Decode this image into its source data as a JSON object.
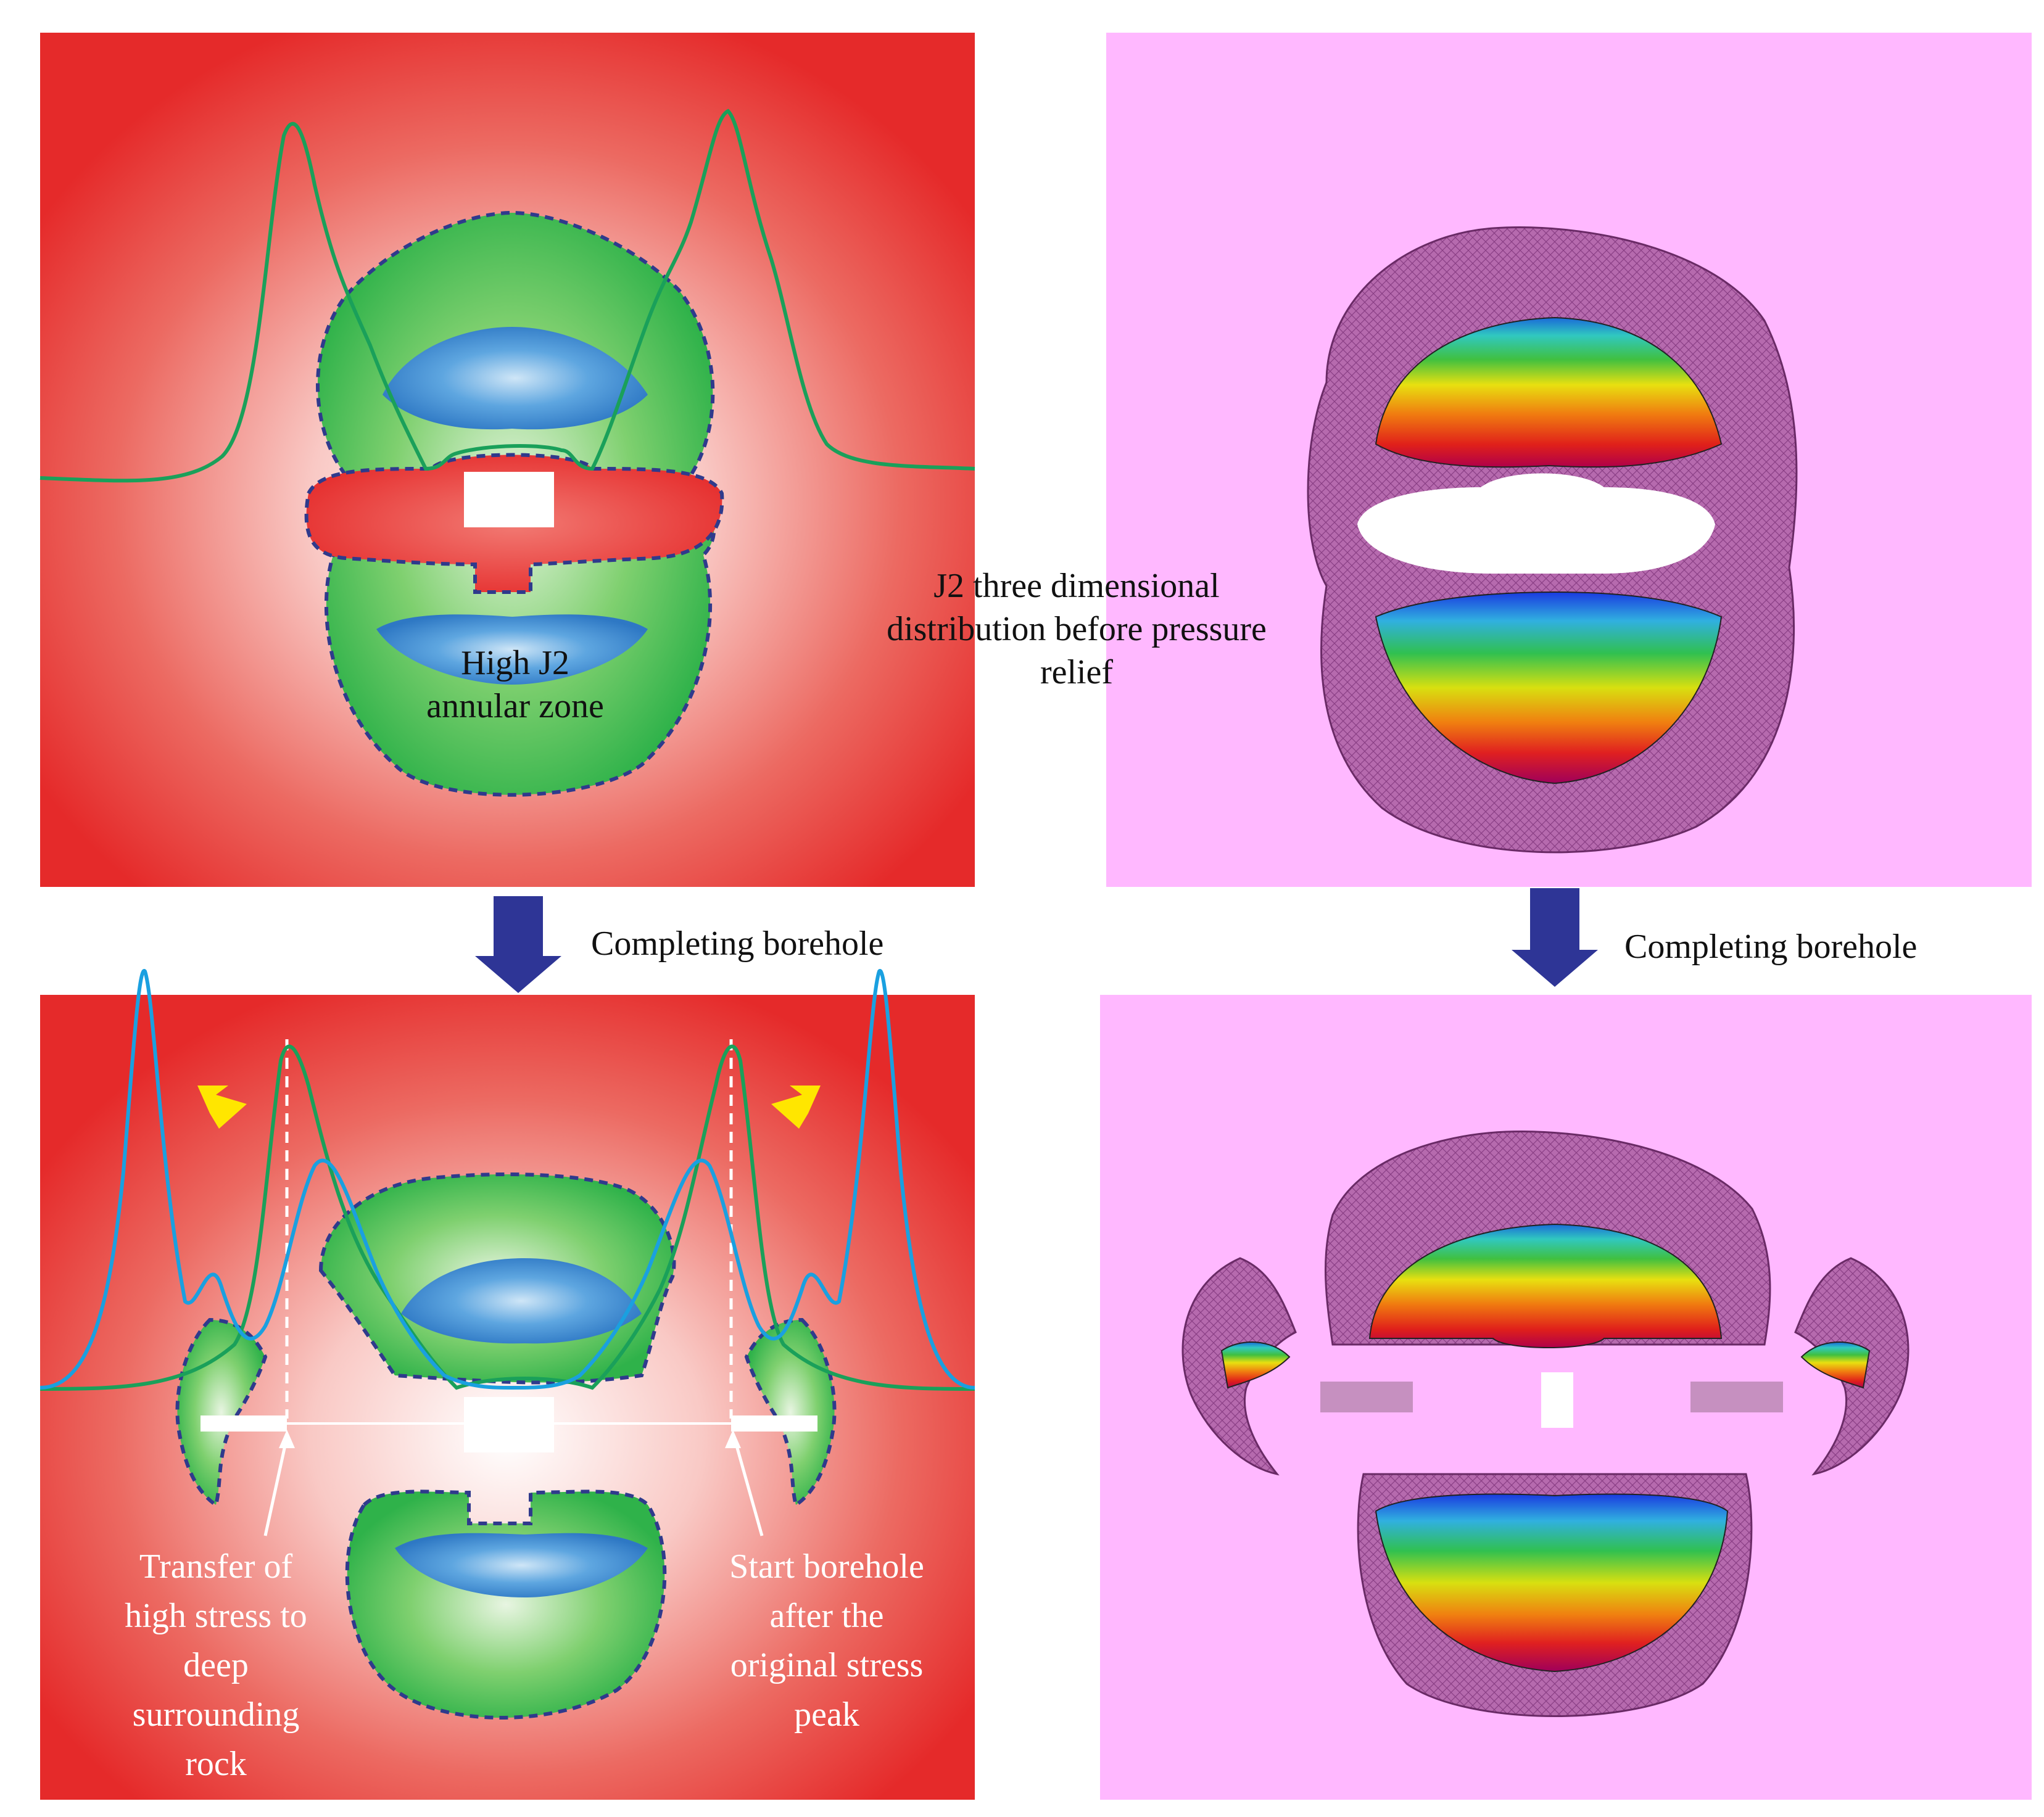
{
  "labels": {
    "high_zone_line1": "High J2",
    "high_zone_line2": "annular zone",
    "j2_caption_line1": "J2 three dimensional",
    "j2_caption_line2": "distribution before pressure",
    "j2_caption_line3": "relief",
    "completing_left": "Completing borehole",
    "completing_right": "Completing borehole",
    "transfer_line1": "Transfer of",
    "transfer_line2": "high stress to",
    "transfer_line3": "deep",
    "transfer_line4": "surrounding",
    "transfer_line5": "rock",
    "start_line1": "Start borehole",
    "start_line2": "after the",
    "start_line3": "original stress",
    "start_line4": "peak"
  },
  "colors": {
    "field_red": "#e52a2a",
    "zone_green": "#3fbf4f",
    "zone_blue": "#3d8ad6",
    "boundary_dash": "#2f3a8c",
    "curve_green": "#1aa05a",
    "curve_blue": "#1aa0e0",
    "arrow_navy": "#2e3596",
    "arrow_yellow": "#ffe600",
    "pink_bg": "#ffb8ff",
    "mesh_purple": "#a35a9c"
  }
}
